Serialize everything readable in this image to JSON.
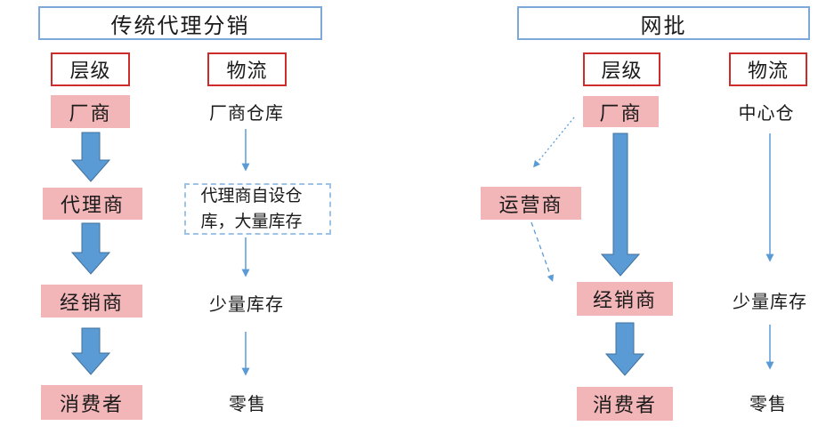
{
  "colors": {
    "title_border": "#7CA9DA",
    "header_border": "#CE2B2B",
    "node_fill": "#F2B6B8",
    "arrow_fill": "#5B9BD5",
    "arrow_stroke": "#41719C",
    "thin_arrow": "#5B9BD5",
    "dashed_border": "#9DC3E6"
  },
  "left_panel": {
    "title": "传统代理分销",
    "hierarchy_header": "层级",
    "logistics_header": "物流",
    "hierarchy_nodes": [
      "厂商",
      "代理商",
      "经销商",
      "消费者"
    ],
    "logistics_items": [
      "厂商仓库",
      "代理商自设仓库，大量库存",
      "少量库存",
      "零售"
    ]
  },
  "right_panel": {
    "title": "网批",
    "hierarchy_header": "层级",
    "logistics_header": "物流",
    "hierarchy_nodes": [
      "厂商",
      "运营商",
      "经销商",
      "消费者"
    ],
    "logistics_items": [
      "中心仓",
      "少量库存",
      "零售"
    ]
  }
}
